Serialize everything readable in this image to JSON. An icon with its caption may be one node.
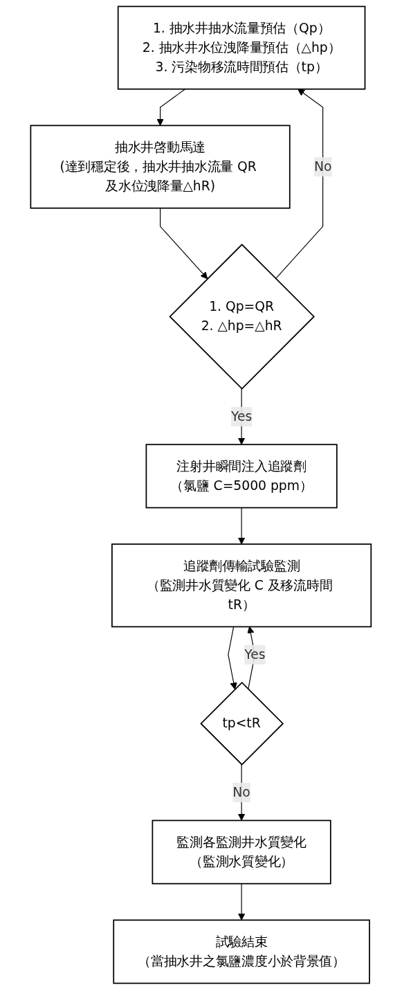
{
  "diagram": {
    "nodes": [
      {
        "text": [
          "1. 抽水井抽水流量預估（Qp）",
          "2. 抽水井水位洩降量預估（△hp）",
          "3. 污染物移流時間預估（tp）"
        ]
      },
      {
        "text": [
          "抽水井啓動馬達",
          "(達到穩定後，抽水井抽水流量 QR 及水位洩降量△hR)"
        ]
      },
      {
        "text": [
          "1. Qp=QR",
          "2. △hp=△hR"
        ]
      },
      {
        "text": [
          "注射井瞬間注入追蹤劑",
          "（氯鹽 C=5000 ppm）"
        ]
      },
      {
        "text": [
          "追蹤劑傳輸試驗監測",
          "（監測井水質變化 C 及移流時間 tR）"
        ]
      },
      {
        "text": [
          "tp<tR"
        ]
      },
      {
        "text": [
          "監測各監測井水質變化",
          "（監測水質變化）"
        ]
      },
      {
        "text": [
          "試驗結束",
          "（當抽水井之氯鹽濃度小於背景值）"
        ]
      }
    ],
    "edges": [
      {
        "from": 0,
        "to": 1,
        "arrow": "to"
      },
      {
        "from": 1,
        "to": 2,
        "arrow": "to"
      },
      {
        "from": 2,
        "to": 0,
        "arrow": "to",
        "label": "No"
      },
      {
        "from": 2,
        "to": 3,
        "arrow": "to",
        "label": "Yes"
      },
      {
        "from": 3,
        "to": 4,
        "arrow": "to"
      },
      {
        "from": 4,
        "to": 5,
        "arrow": "to"
      },
      {
        "from": 5,
        "to": 4,
        "arrow": "to",
        "label": "Yes"
      },
      {
        "from": 5,
        "to": 6,
        "arrow": "to",
        "label": "No"
      },
      {
        "from": 6,
        "to": 7,
        "arrow": "to"
      }
    ]
  }
}
